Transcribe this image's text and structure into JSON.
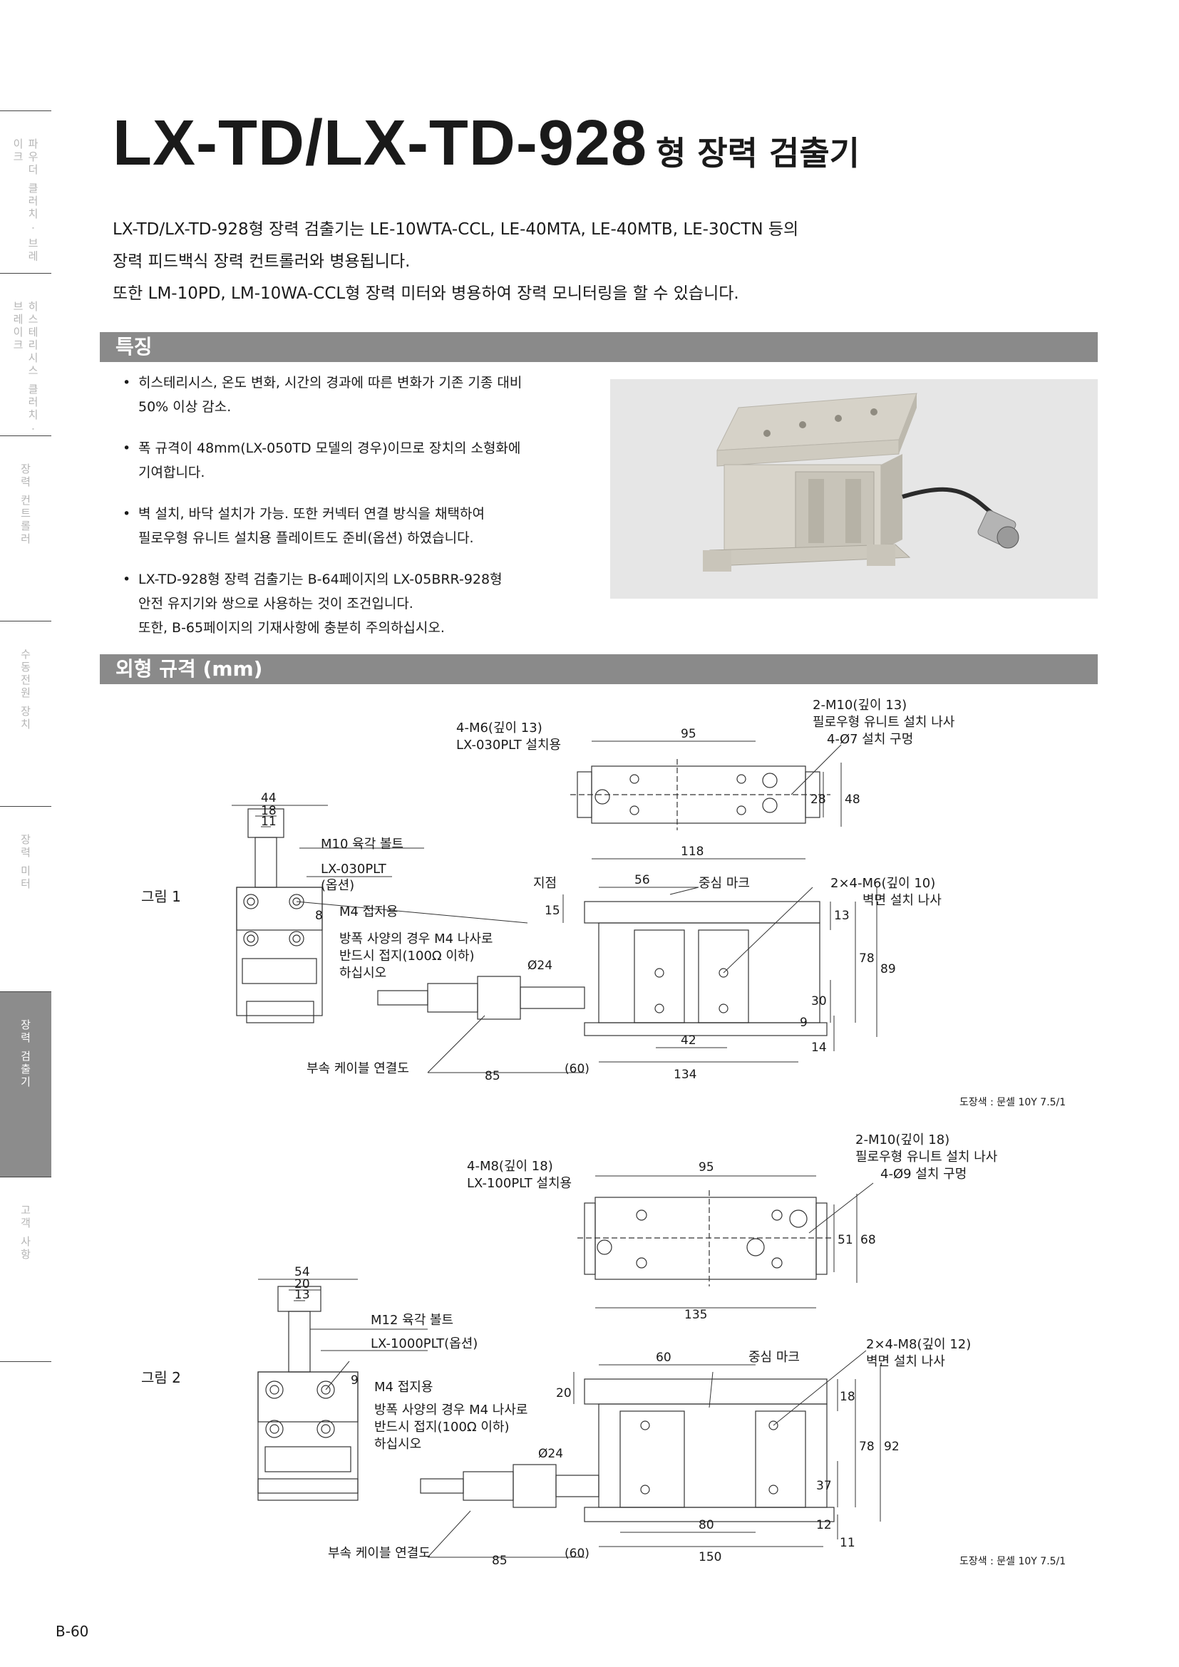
{
  "side_tabs": [
    "파우더 클러치 · 브레이크",
    "히스테리시스 클러치 · 브레이크",
    "장력 컨트롤러",
    "수동전원 장치",
    "장력 미터",
    "장력 검출기",
    "고객 사항"
  ],
  "title": {
    "model": "LX-TD/LX-TD-928",
    "suffix": "형 장력 검출기"
  },
  "intro": [
    "LX-TD/LX-TD-928형 장력 검출기는 LE-10WTA-CCL, LE-40MTA, LE-40MTB, LE-30CTN 등의",
    "장력 피드백식 장력 컨트롤러와 병용됩니다.",
    "또한 LM-10PD, LM-10WA-CCL형 장력 미터와 병용하여 장력 모니터링을 할 수 있습니다."
  ],
  "features_heading": "특징",
  "features": [
    {
      "bullet": "•",
      "lines": [
        "히스테리시스, 온도 변화, 시간의 경과에 따른 변화가 기존 기종 대비",
        "50% 이상 감소."
      ]
    },
    {
      "bullet": "•",
      "lines": [
        "폭 규격이 48mm(LX-050TD 모델의 경우)이므로 장치의 소형화에",
        "기여합니다."
      ]
    },
    {
      "bullet": "•",
      "lines": [
        "벽 설치, 바닥 설치가 가능. 또한 커넥터 연결 방식을 채택하여",
        "필로우형 유니트 설치용 플레이트도 준비(옵션) 하였습니다."
      ]
    },
    {
      "bullet": "•",
      "lines": [
        "LX-TD-928형 장력 검출기는 B-64페이지의 LX-05BRR-928형",
        "안전 유지기와 쌍으로 사용하는 것이 조건입니다.",
        "또한, B-65페이지의 기재사항에 충분히 주의하십시오."
      ]
    }
  ],
  "dimensions_heading": "외형 규격 (mm)",
  "fig1": {
    "label": "그림 1",
    "bolt": "M10 육각 볼트",
    "plate": "LX-030PLT",
    "plate_option": "(옵션)",
    "ground": "M4 접지용",
    "ground_note": [
      "방폭 사양의 경우 M4 나사로",
      "반드시 접지(100Ω 이하)",
      "하십시오"
    ],
    "cable": "부속 케이블 연결도",
    "fulcrum": "지점",
    "center": "중심 마크",
    "top_left_holes": [
      "4-M6(깊이 13)",
      "LX-030PLT 설치용"
    ],
    "top_right_holes": [
      "2-M10(깊이 13)",
      "필로우형 유니트 설치 나사",
      "4-Ø7 설치 구멍"
    ],
    "wall_holes": [
      "2×4-M6(깊이 10)",
      "벽면 설치 나사"
    ],
    "dims": {
      "w44": "44",
      "w18": "18",
      "w11": "11",
      "h8": "8",
      "top95": "95",
      "top118": "118",
      "top28": "28",
      "top48": "48",
      "f56": "56",
      "h15": "15",
      "phi": "Ø24",
      "h13": "13",
      "h78": "78",
      "h89": "89",
      "h30": "30",
      "h9": "9",
      "h14": "14",
      "c85": "85",
      "c60": "(60)",
      "b42": "42",
      "b134": "134"
    }
  },
  "fig2": {
    "label": "그림 2",
    "bolt": "M12 육각 볼트",
    "plate": "LX-1000PLT(옵션)",
    "ground": "M4 접지용",
    "ground_note": [
      "방폭 사양의 경우 M4 나사로",
      "반드시 접지(100Ω 이하)",
      "하십시오"
    ],
    "cable": "부속 케이블 연결도",
    "center": "중심 마크",
    "top_left_holes": [
      "4-M8(깊이 18)",
      "LX-100PLT 설치용"
    ],
    "top_right_holes": [
      "2-M10(깊이 18)",
      "필로우형 유니트 설치 나사",
      "4-Ø9 설치 구멍"
    ],
    "wall_holes": [
      "2×4-M8(깊이 12)",
      "벽면 설치 나사"
    ],
    "dims": {
      "w54": "54",
      "w20": "20",
      "w13": "13",
      "h9": "9",
      "top95": "95",
      "top135": "135",
      "top51": "51",
      "top68": "68",
      "f60": "60",
      "h20": "20",
      "phi": "Ø24",
      "h18": "18",
      "h78": "78",
      "h92": "92",
      "h37": "37",
      "h12": "12",
      "h11": "11",
      "c85": "85",
      "c60": "(60)",
      "b80": "80",
      "b150": "150"
    }
  },
  "paint_note": "도장색 : 문셀 10Y 7.5/1",
  "page_number": "B-60"
}
